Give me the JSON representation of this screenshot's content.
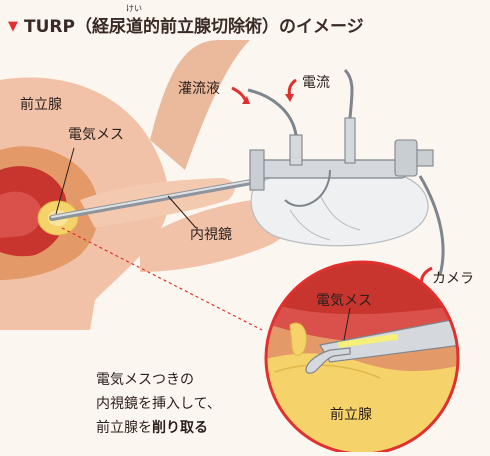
{
  "title": {
    "text": "TURP（経尿道的前立腺切除術）のイメージ",
    "ruby": "けい",
    "marker_color": "#e2302f"
  },
  "labels": {
    "prostate": "前立腺",
    "electric_knife": "電気メス",
    "endoscope": "内視鏡",
    "irrigation": "灌流液",
    "current": "電流",
    "camera": "カメラ",
    "zoom_knife": "電気メス",
    "zoom_prostate": "前立腺"
  },
  "caption": {
    "line1": "電気メスつきの",
    "line2": "内視鏡を挿入して、",
    "line3_pre": "前立腺を",
    "line3_bold": "削り取る"
  },
  "colors": {
    "skin": "#f3c9b0",
    "tissue": "#e8a06e",
    "organ_red": "#c8352f",
    "prostate_yellow": "#f5d36a",
    "metal": "#c9ced3",
    "zoom_ring": "#e2302f",
    "arrow_red": "#e2302f"
  }
}
